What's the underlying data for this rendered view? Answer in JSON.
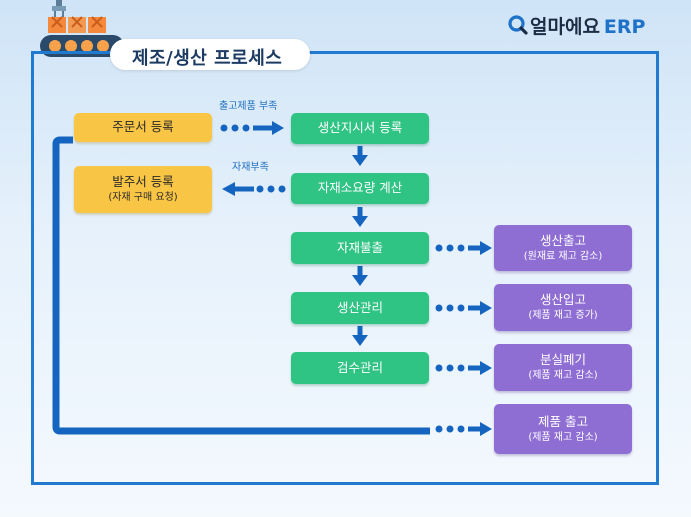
{
  "title": "제조/생산 프로세스",
  "logo": {
    "name": "얼마에요",
    "suffix": "ERP",
    "icon": "magnifier-logo-icon"
  },
  "nodes": {
    "order_register": {
      "label": "주문서 등록"
    },
    "purchase_register": {
      "label": "발주서 등록",
      "sub": "(자재 구매 요청)"
    },
    "work_order": {
      "label": "생산지시서 등록"
    },
    "material_calc": {
      "label": "자재소요량 계산"
    },
    "material_release": {
      "label": "자재불출"
    },
    "production_manage": {
      "label": "생산관리"
    },
    "inspection": {
      "label": "검수관리"
    },
    "production_out": {
      "label": "생산출고",
      "sub": "(원재료 재고 감소)"
    },
    "production_in": {
      "label": "생산입고",
      "sub": "(제품 재고 증가)"
    },
    "loss_disposal": {
      "label": "분실폐기",
      "sub": "(제품 재고 감소)"
    },
    "product_shipment": {
      "label": "제품 출고",
      "sub": "(제품 재고 감소)"
    }
  },
  "edge_labels": {
    "shortage": "출고제품 부족",
    "material_shortage": "자재부족"
  },
  "colors": {
    "frame": "#1f7ad0",
    "arrow": "#1565c0",
    "yellow": "#f9c544",
    "green": "#2fc384",
    "purple": "#8e6ed3"
  }
}
